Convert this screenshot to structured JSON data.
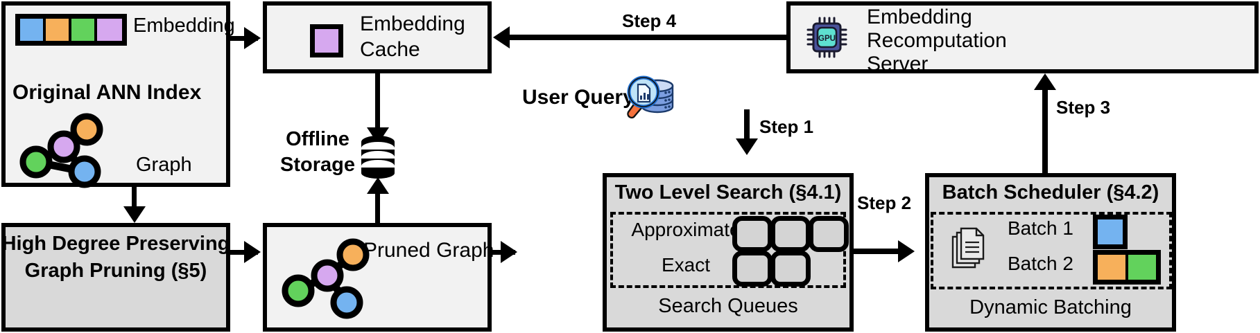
{
  "diagram": {
    "title": "ANN search system architecture with embedding cache and batch scheduler",
    "colors": {
      "blue": "#74b3f0",
      "orange": "#f7b05b",
      "green": "#62d25c",
      "purple": "#d6a8ef",
      "box_fill": "#f2f2f2",
      "box_fill_gray": "#d9d9d9",
      "slot_fill": "#d4d4d4",
      "stroke": "#000000",
      "gpu_body": "#4a539b",
      "gpu_core": "#5ee0d0",
      "db_blue": "#7c9ee0",
      "magnifier_rim": "#1f6fd0",
      "magnifier_glass": "#bfe3f7",
      "magnifier_handle": "#f4713c"
    }
  },
  "original_index": {
    "embedding_label": "Embedding",
    "title": "Original ANN Index",
    "graph_label": "Graph",
    "embedding_cells": [
      "blue",
      "orange",
      "green",
      "purple"
    ],
    "graph_nodes": [
      {
        "id": "orange",
        "color": "orange"
      },
      {
        "id": "purple",
        "color": "purple"
      },
      {
        "id": "green",
        "color": "green"
      },
      {
        "id": "blue",
        "color": "blue"
      }
    ],
    "graph_edges": [
      [
        "purple",
        "orange"
      ],
      [
        "green",
        "purple"
      ],
      [
        "purple",
        "blue"
      ],
      [
        "green",
        "blue"
      ]
    ]
  },
  "pruning": {
    "line1": "High Degree Preserving",
    "line2": "Graph Pruning (§5)"
  },
  "embedding_cache": {
    "line1": "Embedding",
    "line2": "Cache",
    "swatch_color": "purple",
    "icon": "embedding-swatch-icon"
  },
  "offline_storage": {
    "line1": "Offline",
    "line2": "Storage",
    "icon": "database-icon"
  },
  "pruned_graph": {
    "label": "Pruned Graph",
    "graph_nodes": [
      {
        "id": "orange",
        "color": "orange"
      },
      {
        "id": "purple",
        "color": "purple"
      },
      {
        "id": "green",
        "color": "green"
      },
      {
        "id": "blue",
        "color": "blue"
      }
    ],
    "graph_edges": [
      [
        "purple",
        "orange"
      ],
      [
        "green",
        "purple"
      ],
      [
        "purple",
        "blue"
      ]
    ]
  },
  "user_query": {
    "label": "User Query",
    "icon": "search-database-icon"
  },
  "two_level_search": {
    "title": "Two Level Search (§4.1)",
    "footer": "Search Queues",
    "rows": [
      {
        "label": "Approximate",
        "slots": 3
      },
      {
        "label": "Exact",
        "slots": 2
      }
    ]
  },
  "batch_scheduler": {
    "title": "Batch Scheduler (§4.2)",
    "footer": "Dynamic Batching",
    "icon": "documents-icon",
    "batches": [
      {
        "label": "Batch 1",
        "items": [
          "blue"
        ]
      },
      {
        "label": "Batch 2",
        "items": [
          "orange",
          "green"
        ]
      }
    ]
  },
  "recomputation_server": {
    "line1": "Embedding",
    "line2": "Recomputation",
    "line3": "Server",
    "icon": "gpu-chip-icon",
    "icon_text": "GPU"
  },
  "steps": {
    "step1": "Step 1",
    "step2": "Step 2",
    "step3": "Step 3",
    "step4": "Step 4"
  }
}
